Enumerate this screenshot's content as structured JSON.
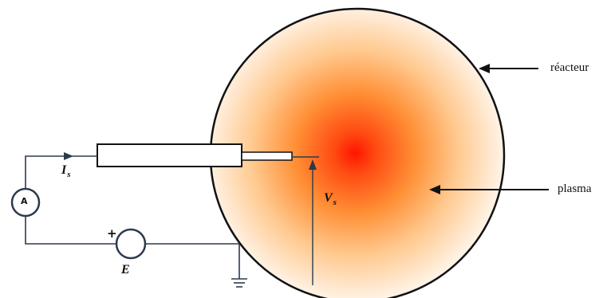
{
  "labels": {
    "reactor": "réacteur",
    "plasma": "plasma",
    "current_main": "I",
    "current_sub": "s",
    "voltage_main": "V",
    "voltage_sub": "s",
    "source": "E",
    "ammeter": "A",
    "plus_sign": "+"
  },
  "colors": {
    "plasma_core": "#ff1a00",
    "plasma_mid": "#ff9a3a",
    "plasma_edge": "#ffffff",
    "wire": "#2b3a4d",
    "outline": "#111111"
  }
}
